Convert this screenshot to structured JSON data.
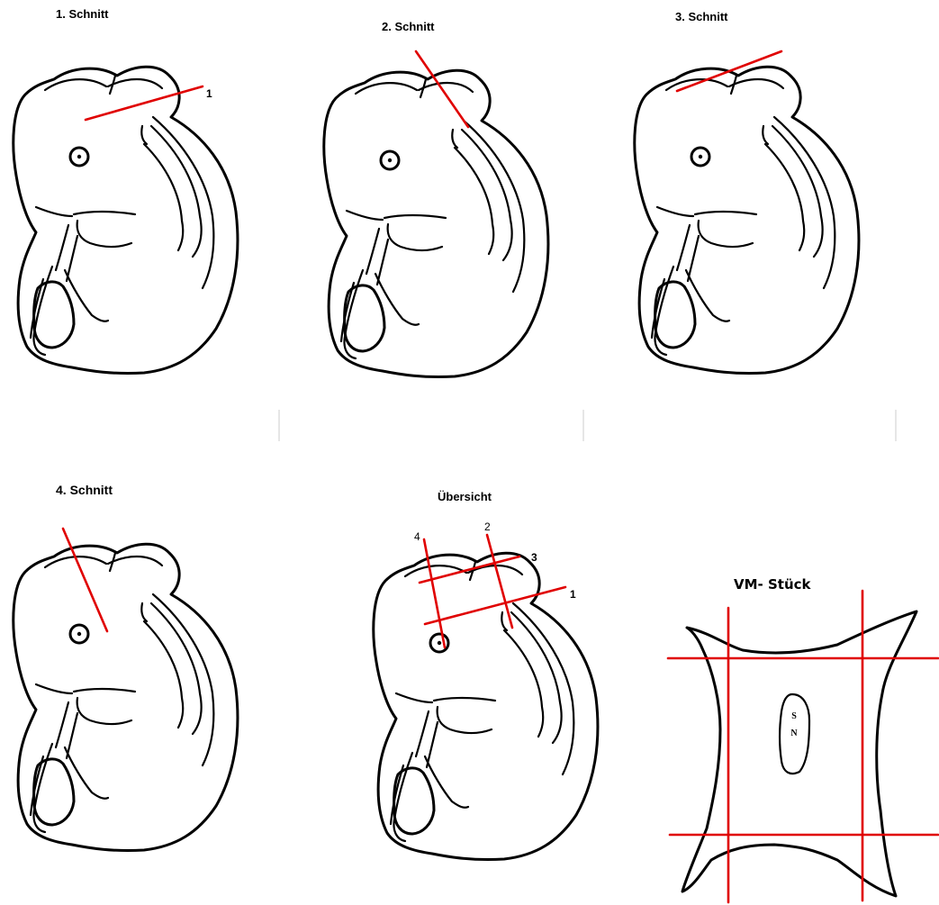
{
  "panels": {
    "cut1": {
      "title": "1. Schnitt",
      "label": "1"
    },
    "cut2": {
      "title": "2. Schnitt"
    },
    "cut3": {
      "title": "3. Schnitt"
    },
    "cut4": {
      "title": "4. Schnitt"
    },
    "overview": {
      "title": "Übersicht",
      "labels": {
        "l1": "1",
        "l2": "2",
        "l3": "3",
        "l4": "4"
      }
    }
  },
  "vm_piece": {
    "title": "VM- Stück",
    "marker_top": "S",
    "marker_bottom": "N"
  },
  "colors": {
    "cut_line": "#e00000",
    "outline": "#000000"
  }
}
